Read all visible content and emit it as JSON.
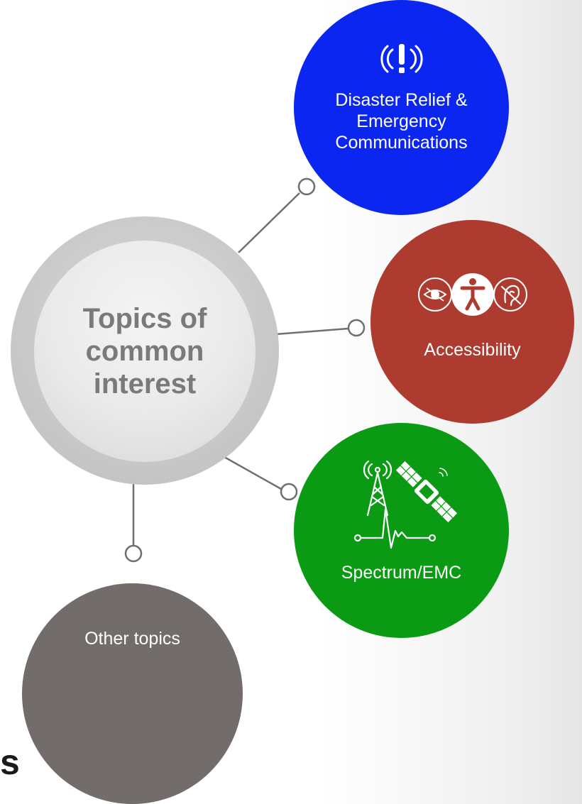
{
  "hub": {
    "title": "Topics of common interest"
  },
  "topics": [
    {
      "label": "Disaster Relief & Emergency Communications",
      "icon": "emergency-alert-icon",
      "color": "#0a26f0"
    },
    {
      "label": "Accessibility",
      "icon": "accessibility-icon",
      "color": "#ad3b2f"
    },
    {
      "label": "Spectrum/EMC",
      "icon": "radio-tower-satellite-icon",
      "color": "#0a9a13"
    },
    {
      "label": "Other topics",
      "icon": "",
      "color": "#726c6a"
    }
  ],
  "corner_text": "s",
  "colors": {
    "hub_ring": "#c9c9c9",
    "hub_text": "#7a7a7a",
    "connector": "#6f6f6f"
  }
}
